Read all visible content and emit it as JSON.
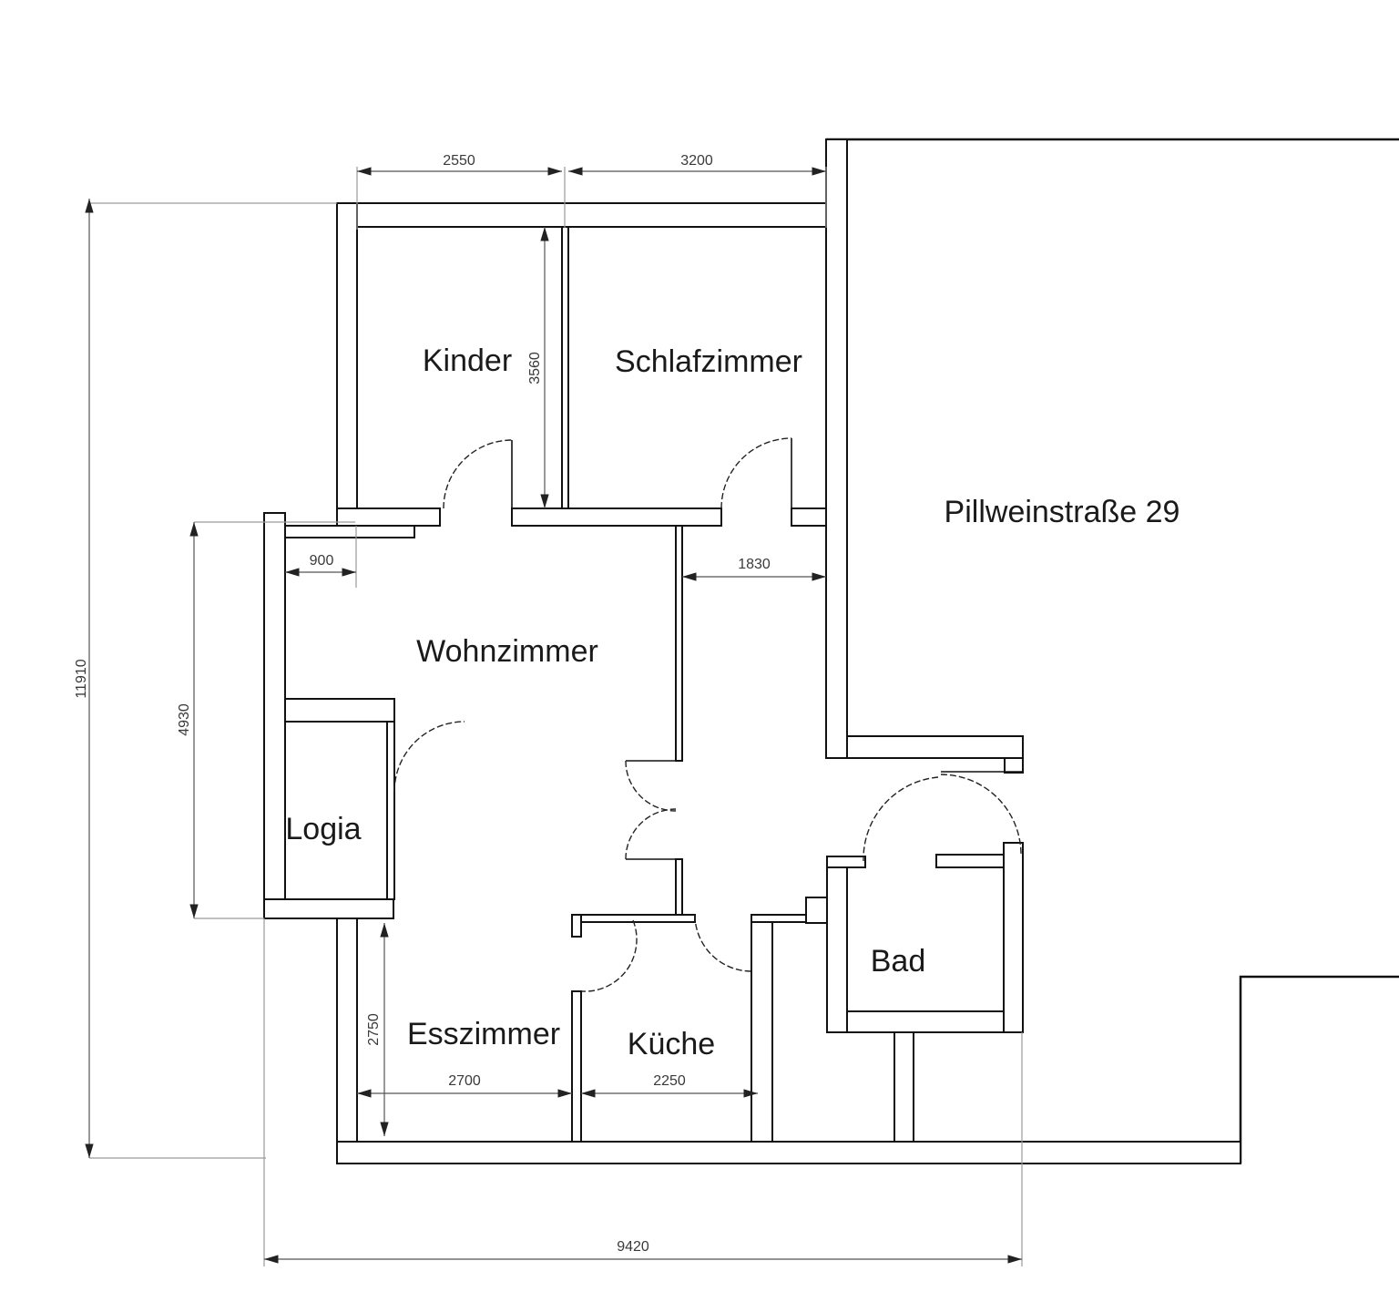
{
  "title": "Pillweinstraße 29",
  "rooms": {
    "kinder": "Kinder",
    "schlafzimmer": "Schlafzimmer",
    "wohnzimmer": "Wohnzimmer",
    "logia": "Logia",
    "esszimmer": "Esszimmer",
    "kueche": "Küche",
    "bad": "Bad"
  },
  "dimensions_mm": {
    "kinder_width": "2550",
    "schlafzimmer_width": "3200",
    "kinder_depth": "3560",
    "overall_height": "11910",
    "living_section_height": "4930",
    "wall_offset": "900",
    "hall_width": "1830",
    "esszimmer_height": "2750",
    "esszimmer_width": "2700",
    "kueche_width": "2250",
    "overall_width": "9420"
  }
}
